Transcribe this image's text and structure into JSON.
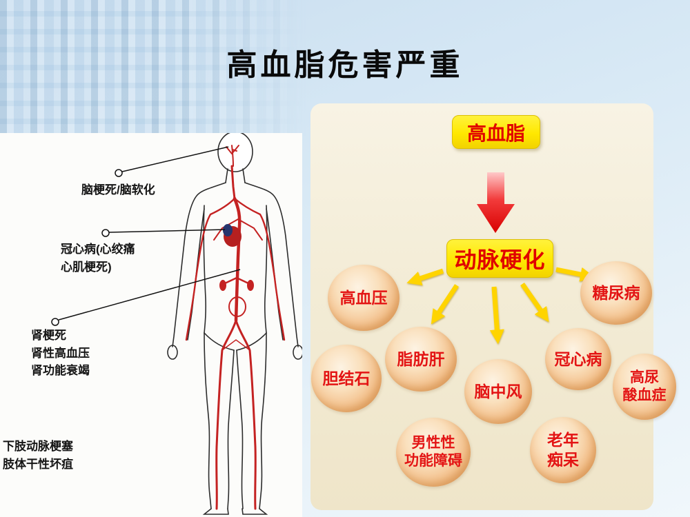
{
  "slide": {
    "title": "高血脂危害严重"
  },
  "body_diagram": {
    "labels": {
      "brain": "脑梗死/脑软化",
      "heart": "冠心病(心绞痛\n心肌梗死)",
      "kidney": "肾梗死\n肾性高血压\n肾功能衰竭",
      "leg": "下肢动脉梗塞\n肢体干性坏疽"
    }
  },
  "flow": {
    "source": "高血脂",
    "intermediate": "动脉硬化",
    "consequences": [
      "高血压",
      "糖尿病",
      "胆结石",
      "脂肪肝",
      "脑中风",
      "冠心病",
      "高尿\n酸血症",
      "男性性\n功能障碍",
      "老年\n痴呆"
    ]
  },
  "colors": {
    "accent_red": "#e00000",
    "box_yellow": "#ffe800",
    "bubble_orange": "#f0a868",
    "background_blue": "#cfe3f1",
    "panel_cream": "#f3ecd6",
    "artery_red": "#c42222"
  }
}
